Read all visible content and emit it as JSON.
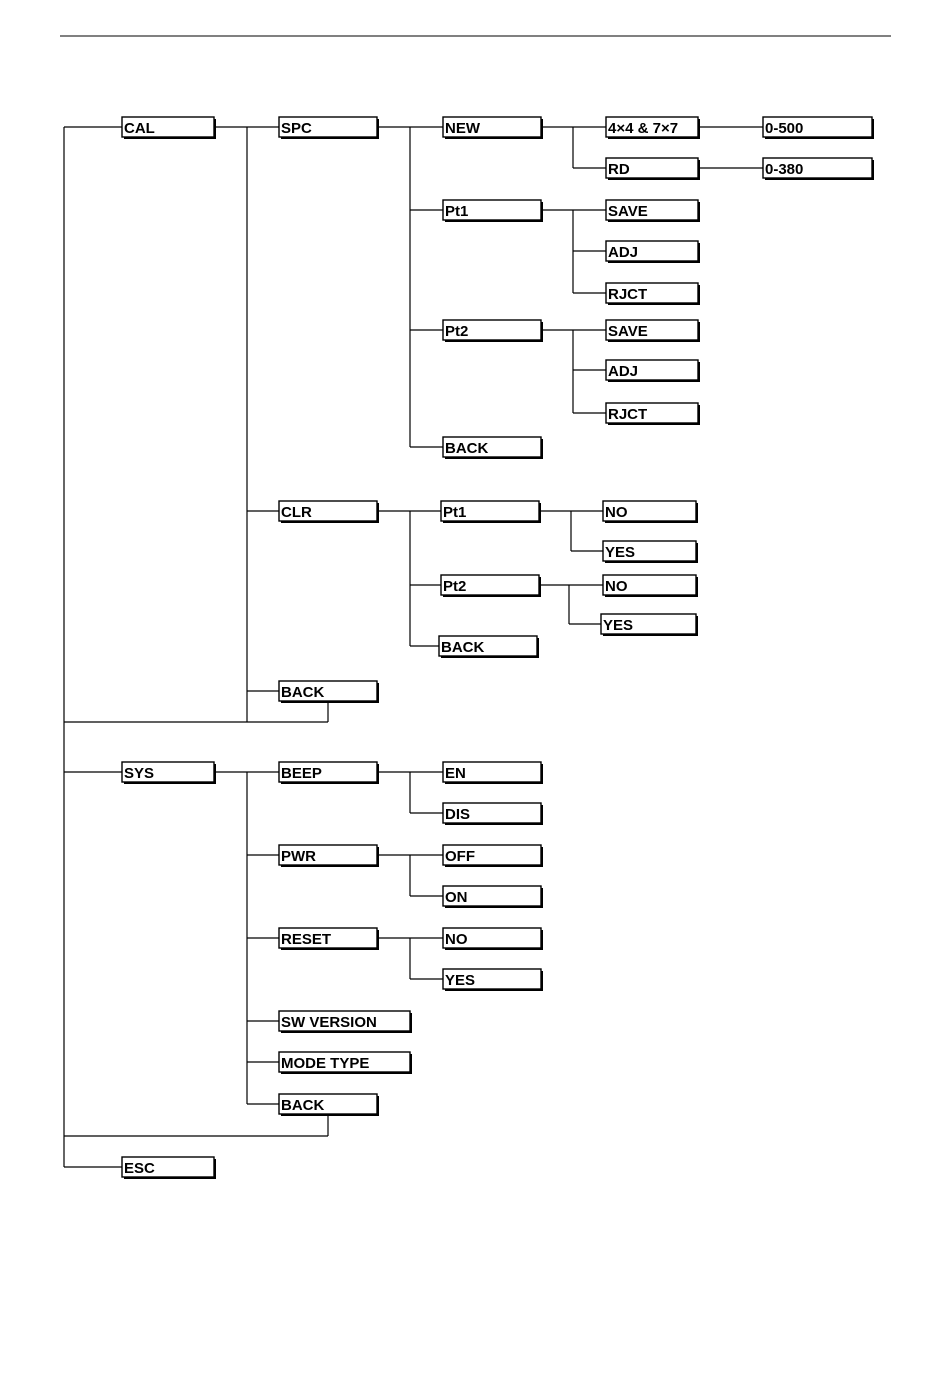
{
  "menu": {
    "root": {
      "cal": "CAL",
      "sys": "SYS",
      "esc": "ESC"
    },
    "cal": {
      "spc": "SPC",
      "clr": "CLR",
      "back": "BACK",
      "spc_menu": {
        "new": "NEW",
        "pt1": "Pt1",
        "pt2": "Pt2",
        "back": "BACK",
        "new_menu": {
          "grid": "4×4 & 7×7",
          "grid_range": "0-500",
          "rd": "RD",
          "rd_range": "0-380"
        },
        "pt1_menu": {
          "save": "SAVE",
          "adj": "ADJ",
          "rjct": "RJCT"
        },
        "pt2_menu": {
          "save": "SAVE",
          "adj": "ADJ",
          "rjct": "RJCT"
        }
      },
      "clr_menu": {
        "pt1": "Pt1",
        "pt2": "Pt2",
        "back": "BACK",
        "pt1_menu": {
          "no": "NO",
          "yes": "YES"
        },
        "pt2_menu": {
          "no": "NO",
          "yes": "YES"
        }
      }
    },
    "sys": {
      "beep": "BEEP",
      "pwr": "PWR",
      "reset": "RESET",
      "sw_version": "SW VERSION",
      "mode_type": "MODE TYPE",
      "back": "BACK",
      "beep_menu": {
        "en": "EN",
        "dis": "DIS"
      },
      "pwr_menu": {
        "off": "OFF",
        "on": "ON"
      },
      "reset_menu": {
        "no": "NO",
        "yes": "YES"
      }
    }
  }
}
